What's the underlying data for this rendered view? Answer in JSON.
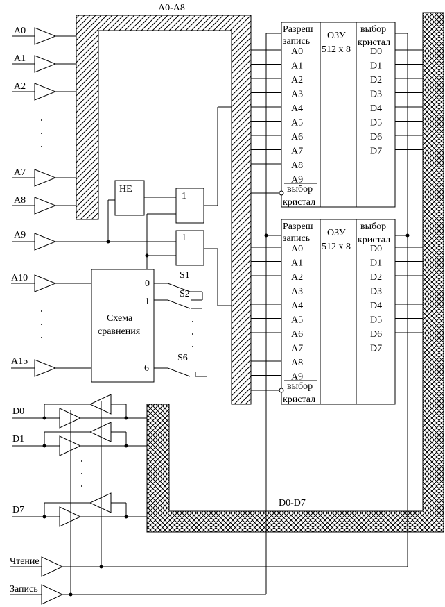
{
  "bus_address_label": "A0-A8",
  "bus_data_label": "D0-D7",
  "inputs": {
    "a0": "A0",
    "a1": "A1",
    "a2": "A2",
    "a7": "A7",
    "a8": "A8",
    "a9": "A9",
    "a10": "A10",
    "a15": "A15",
    "d0": "D0",
    "d1": "D1",
    "d7": "D7",
    "read": "Чтение",
    "write": "Запись"
  },
  "gate_not": "НЕ",
  "gate_or": "1",
  "comparator": {
    "line1": "Схема",
    "line2": "сравнения",
    "out0": "0",
    "out1": "1",
    "out6": "6"
  },
  "switches": {
    "s1": "S1",
    "s2": "S2",
    "s6": "S6"
  },
  "chip": {
    "we1": "Разреш",
    "we2": "запись",
    "title1": "ОЗУ",
    "title2": "512 х 8",
    "cs_top1": "выбор",
    "cs_top2": "кристал",
    "cs_bot1": "выбор",
    "cs_bot2": "кристал",
    "addr": [
      "A0",
      "A1",
      "A2",
      "A3",
      "A4",
      "A5",
      "A6",
      "A7",
      "A8",
      "A9"
    ],
    "data": [
      "D0",
      "D1",
      "D2",
      "D3",
      "D4",
      "D5",
      "D6",
      "D7"
    ]
  }
}
